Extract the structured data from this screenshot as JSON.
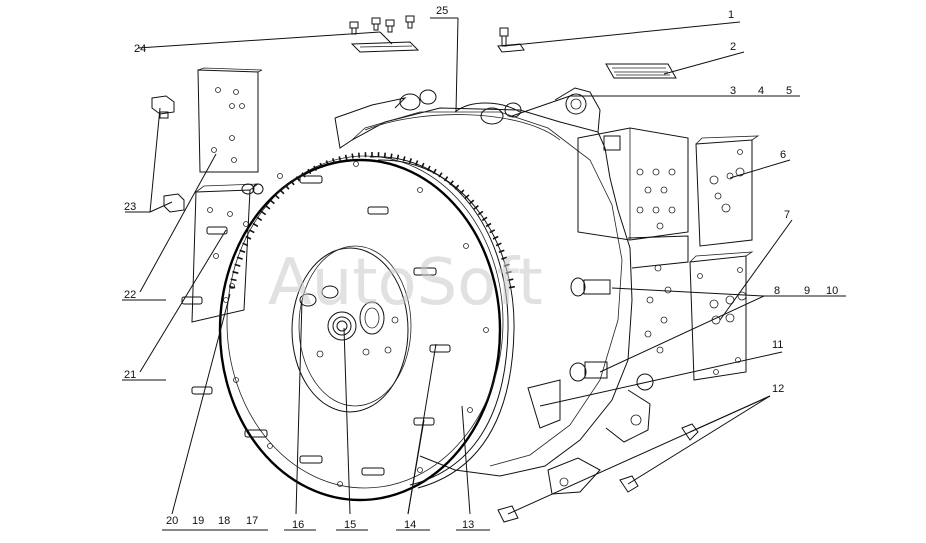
{
  "watermark": "AutoSoft",
  "callouts": [
    {
      "id": "1",
      "text": "1"
    },
    {
      "id": "2",
      "text": "2"
    },
    {
      "id": "3",
      "text": "3"
    },
    {
      "id": "4",
      "text": "4"
    },
    {
      "id": "5",
      "text": "5"
    },
    {
      "id": "6",
      "text": "6"
    },
    {
      "id": "7",
      "text": "7"
    },
    {
      "id": "8",
      "text": "8"
    },
    {
      "id": "9",
      "text": "9"
    },
    {
      "id": "10",
      "text": "10"
    },
    {
      "id": "11",
      "text": "11"
    },
    {
      "id": "12",
      "text": "12"
    },
    {
      "id": "13",
      "text": "13"
    },
    {
      "id": "14",
      "text": "14"
    },
    {
      "id": "15",
      "text": "15"
    },
    {
      "id": "16",
      "text": "16"
    },
    {
      "id": "17",
      "text": "17"
    },
    {
      "id": "18",
      "text": "18"
    },
    {
      "id": "19",
      "text": "19"
    },
    {
      "id": "20",
      "text": "20"
    },
    {
      "id": "21",
      "text": "21"
    },
    {
      "id": "22",
      "text": "22"
    },
    {
      "id": "23",
      "text": "23"
    },
    {
      "id": "24",
      "text": "24"
    },
    {
      "id": "25",
      "text": "25"
    }
  ]
}
